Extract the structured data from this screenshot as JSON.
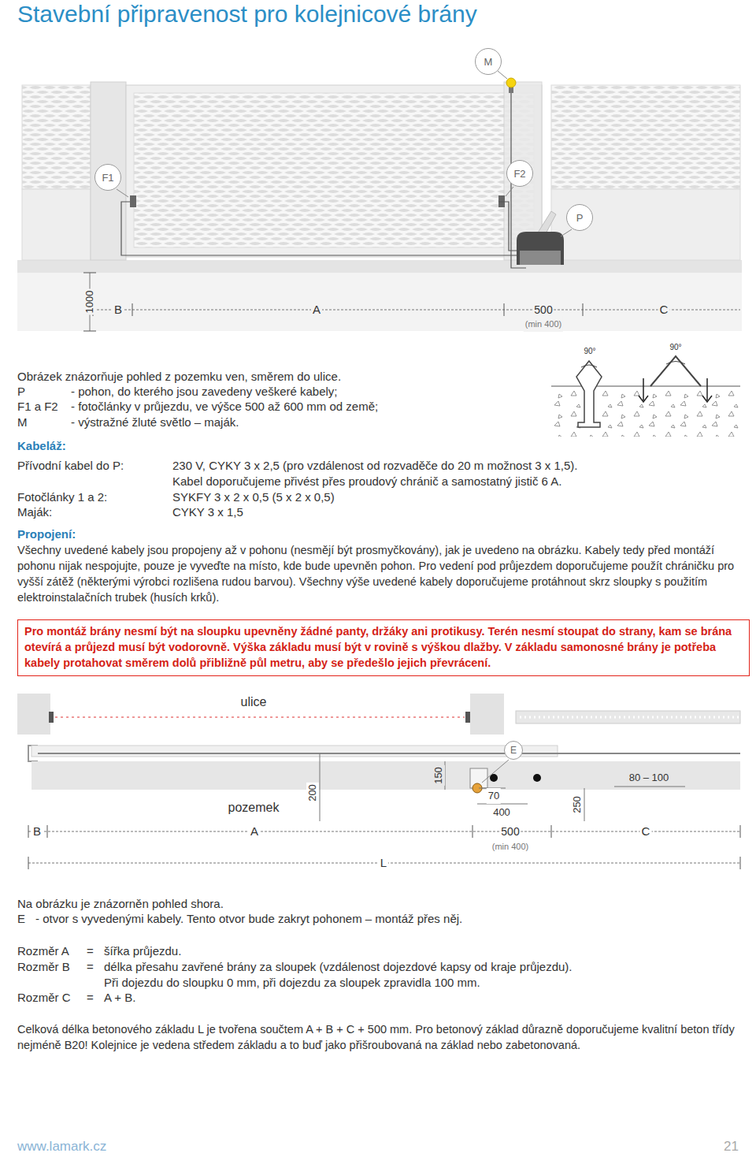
{
  "diagram": {
    "title": "Stavební připravenost pro kolejnicové brány",
    "nodes": [
      {
        "text": [
          "M"
        ]
      },
      {
        "text": [
          "F1"
        ]
      },
      {
        "text": [
          "F2"
        ]
      },
      {
        "text": [
          "P"
        ]
      },
      {
        "text": [
          "Pro montáž brány nesmí být na sloupku upevněny žádné panty, držáky ani protikusy. Terén nesmí stoupat do strany, kam se brána otevírá a průjezd musí být vodorovně. Výška základu musí být v rovině s výškou dlažby. V základu samonosné brány je potřeba kabely protahovat směrem dolů přibližně půl metru, aby se předešlo jejich převrácení."
        ]
      },
      {
        "text": [
          "E"
        ]
      }
    ],
    "labels": [
      "1000",
      "B",
      "A",
      "500",
      "(min 400)",
      "C",
      "90°",
      "90°",
      "Obrázek znázorňuje pohled z pozemku ven, směrem do ulice.",
      "P",
      "- pohon, do kterého jsou zavedeny veškeré kabely;",
      "F1 a F2",
      "- fotočlánky v průjezdu, ve výšce 500 až 600 mm od země;",
      "M",
      "- výstražné žluté světlo – maják.",
      "Kabeláž:",
      "Přívodní kabel do P:",
      "230 V, CYKY 3 x 2,5 (pro vzdálenost od rozvaděče do 20 m možnost 3 x 1,5).",
      "Kabel doporučujeme přivést přes proudový chránič a samostatný jistič 6 A.",
      "Fotočlánky 1 a 2:",
      "SYKFY 3 x 2 x 0,5 (5 x 2 x 0,5)",
      "Maják:",
      "CYKY 3 x 1,5",
      "Propojení:",
      "Všechny uvedené kabely jsou propojeny až v pohonu (nesmějí být prosmyčkovány), jak je uvedeno na obrázku. Kabely tedy před montáží pohonu nijak nespojujte, pouze je vyveďte na místo, kde bude upevněn pohon. Pro vedení pod průjezdem doporučujeme použít chráničku pro vyšší zátěž (některými výrobci rozlišena rudou barvou). Všechny výše uvedené kabely doporučujeme protáhnout skrz sloupky s použitím elektroinstalačních trubek (husích krků).",
      "ulice",
      "150",
      "200",
      "pozemek",
      "70",
      "400",
      "250",
      "80 – 100",
      "B",
      "A",
      "500",
      "(min 400)",
      "C",
      "L",
      "Na obrázku je znázorněn pohled shora.",
      "E",
      "- otvor s vyvedenými kabely. Tento otvor bude zakryt pohonem – montáž přes něj.",
      "Rozměr A",
      "=",
      "šířka průjezdu.",
      "Rozměr B",
      "=",
      "délka přesahu zavřené brány za sloupek (vzdálenost dojezdové kapsy od kraje průjezdu).",
      "Při dojezdu do sloupku 0 mm, při dojezdu za sloupek zpravidla 100 mm.",
      "Rozměr C",
      "=",
      "A + B.",
      "Celková délka betonového základu L je tvořena součtem A + B + C + 500 mm. Pro betonový základ důrazně doporučujeme kvalitní beton třídy nejméně B20! Kolejnice je vedena středem základu a to buď jako přišroubovaná na základ nebo zabetonovaná.",
      "www.lamark.cz",
      "21"
    ]
  }
}
